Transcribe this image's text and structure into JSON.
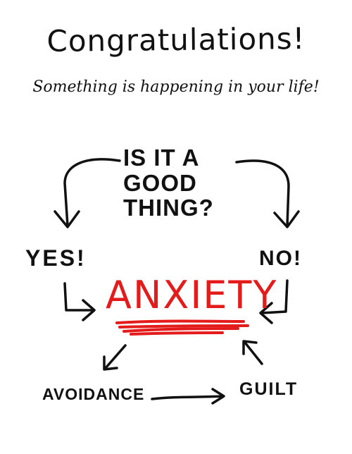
{
  "title": "Congratulations!",
  "subtitle": "Something is happening in your life!",
  "question": "Is it a good thing?",
  "branches": {
    "yes": "YES!",
    "no": "NO!"
  },
  "center": "ANXIETY",
  "outcomes": {
    "avoidance": "AVOIDANCE",
    "guilt": "GUILT"
  },
  "colors": {
    "ink": "#111111",
    "accent": "#e31b1b"
  }
}
